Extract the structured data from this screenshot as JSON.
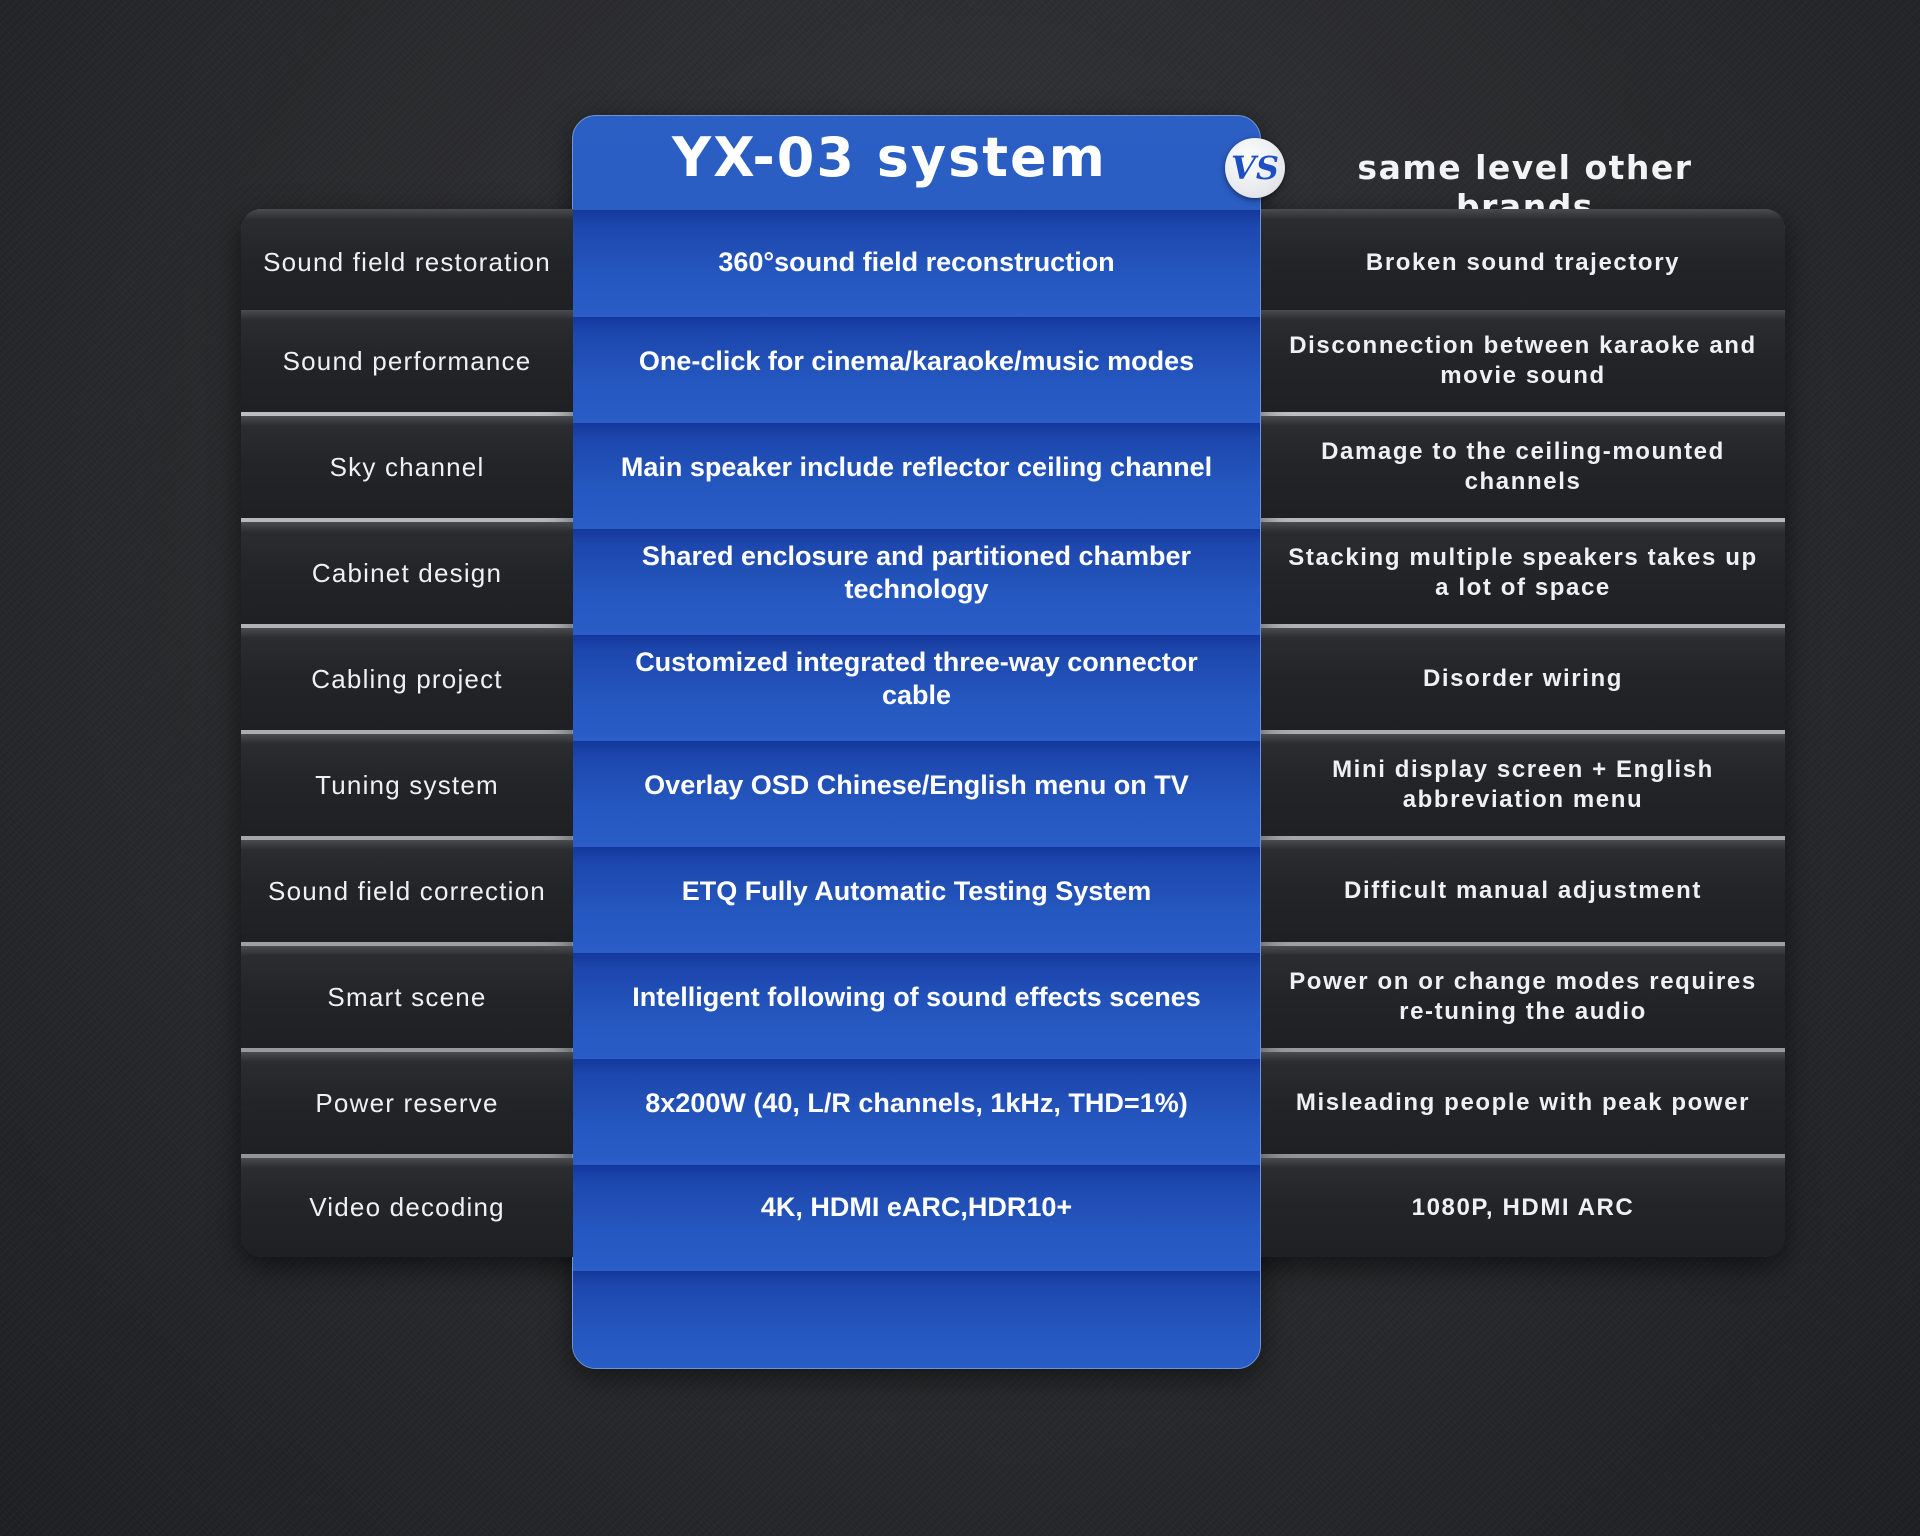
{
  "header": {
    "product_title": "YX-03 system",
    "vs_label": "VS",
    "competitor_title": "same level other brands"
  },
  "rows": [
    {
      "feature": "Sound field restoration",
      "ours": "360°sound field reconstruction",
      "theirs": "Broken sound trajectory"
    },
    {
      "feature": "Sound performance",
      "ours": "One-click for cinema/karaoke/music modes",
      "theirs": "Disconnection between karaoke and movie sound"
    },
    {
      "feature": "Sky channel",
      "ours": "Main speaker include reflector ceiling channel",
      "theirs": "Damage to the ceiling-mounted channels"
    },
    {
      "feature": "Cabinet design",
      "ours": "Shared enclosure and partitioned chamber technology",
      "theirs": "Stacking multiple speakers takes up a lot of space"
    },
    {
      "feature": "Cabling project",
      "ours": "Customized integrated three-way connector cable",
      "theirs": "Disorder wiring"
    },
    {
      "feature": "Tuning system",
      "ours": "Overlay OSD Chinese/English menu on TV",
      "theirs": "Mini display screen + English abbreviation menu"
    },
    {
      "feature": "Sound field correction",
      "ours": "ETQ Fully Automatic Testing System",
      "theirs": "Difficult manual adjustment"
    },
    {
      "feature": "Smart scene",
      "ours": "Intelligent following of sound effects scenes",
      "theirs": "Power on or change modes requires re-tuning the audio"
    },
    {
      "feature": "Power reserve",
      "ours": "8x200W (40, L/R channels, 1kHz, THD=1%)",
      "theirs": "Misleading people with peak power"
    },
    {
      "feature": "Video decoding",
      "ours": "4K, HDMI eARC,HDR10+",
      "theirs": "1080P, HDMI ARC"
    }
  ],
  "colors": {
    "accent_blue": "#2457bf",
    "dark_cell": "#232427",
    "background": "#2a2b2e"
  }
}
